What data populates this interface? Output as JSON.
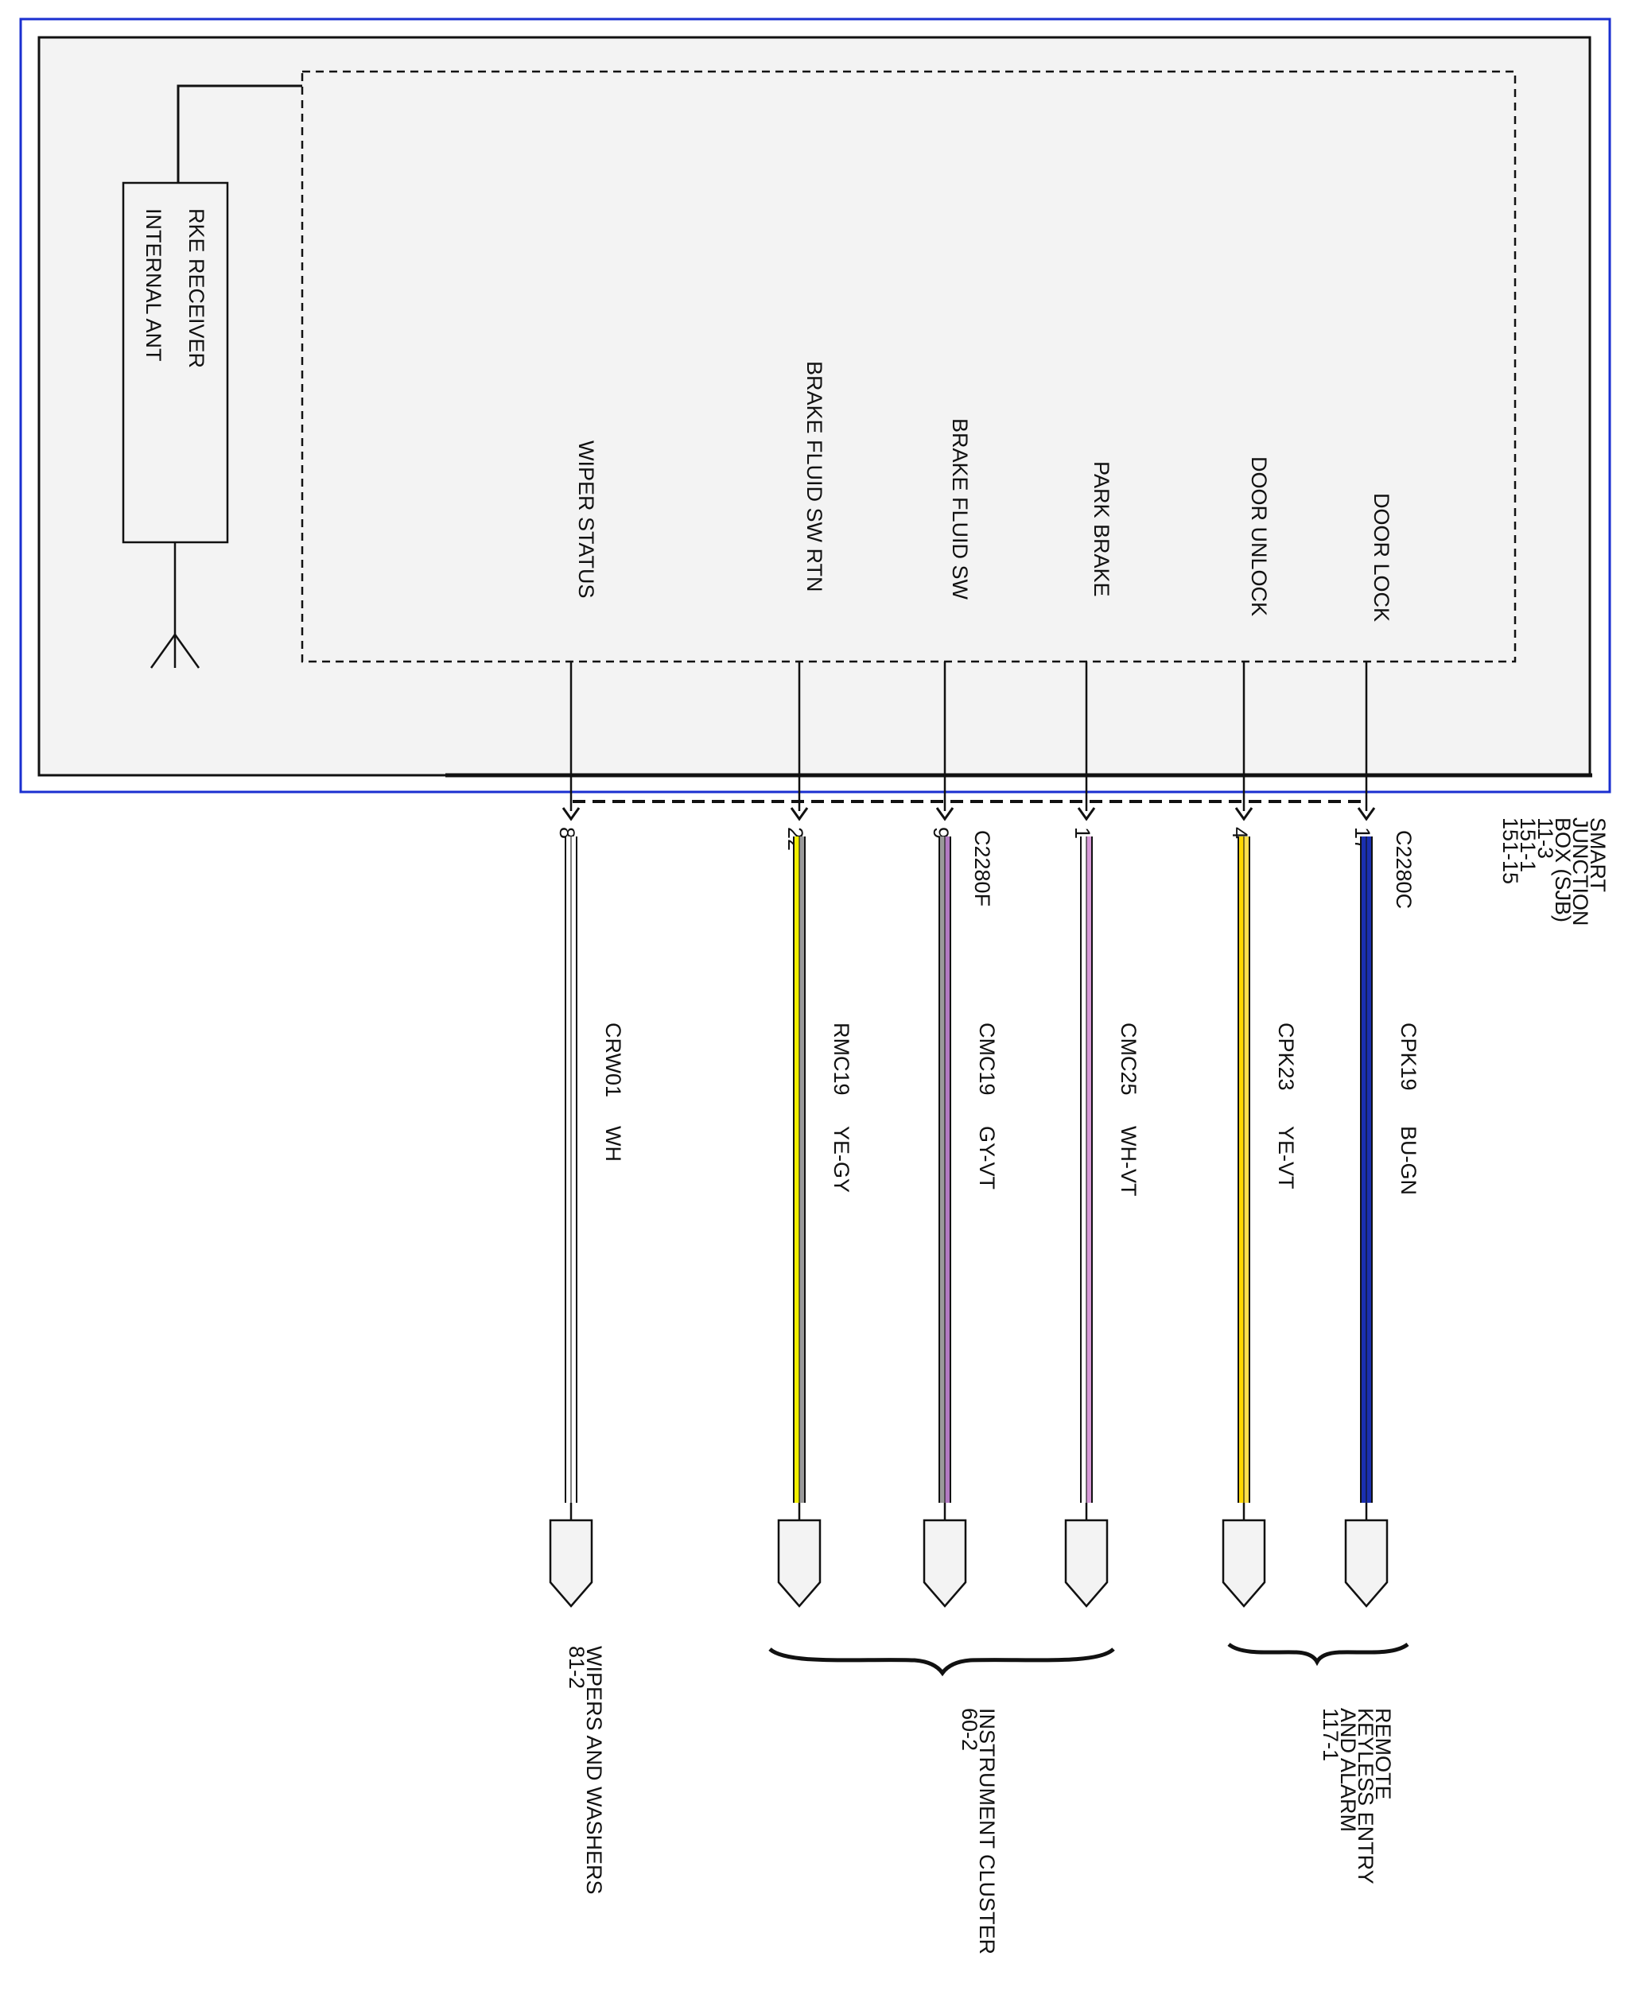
{
  "module": {
    "name_lines": [
      "SMART",
      "JUNCTION",
      "BOX (SJB)",
      "11-3",
      "151-1",
      "151-15"
    ]
  },
  "receiver": {
    "lines": [
      "RKE RECEIVER",
      "INTERNAL ANT"
    ]
  },
  "circuits": [
    {
      "id": "wiper-status",
      "function": "WIPER STATUS",
      "connector": "",
      "pin": "8",
      "circuit": "CRW01",
      "color": "WH",
      "wire_colors": [
        "#ffffff",
        "#ffffff"
      ]
    },
    {
      "id": "brake-fluid-sw-rtn",
      "function": "BRAKE FLUID SW RTN",
      "connector": "",
      "pin": "22",
      "circuit": "RMC19",
      "color": "YE-GY",
      "wire_colors": [
        "#f2ef00",
        "#9a9a9a"
      ]
    },
    {
      "id": "brake-fluid-sw",
      "function": "BRAKE FLUID SW",
      "connector": "C2280F",
      "pin": "9",
      "circuit": "CMC19",
      "color": "GY-VT",
      "wire_colors": [
        "#9a9a9a",
        "#b27bc2"
      ]
    },
    {
      "id": "park-brake",
      "function": "PARK BRAKE",
      "connector": "",
      "pin": "1",
      "circuit": "CMC25",
      "color": "WH-VT",
      "wire_colors": [
        "#ffffff",
        "#d89ad8"
      ]
    },
    {
      "id": "door-unlock",
      "function": "DOOR UNLOCK",
      "connector": "",
      "pin": "4",
      "circuit": "CPK23",
      "color": "YE-VT",
      "wire_colors": [
        "#ffd800",
        "#ffe14d"
      ]
    },
    {
      "id": "door-lock",
      "function": "DOOR LOCK",
      "connector": "C2280C",
      "pin": "17",
      "circuit": "CPK19",
      "color": "BU-GN",
      "wire_colors": [
        "#1a2fb0",
        "#1a2fb0"
      ]
    }
  ],
  "destinations": [
    {
      "id": "wipers",
      "lines": [
        "WIPERS AND WASHERS",
        "81-2"
      ]
    },
    {
      "id": "cluster",
      "lines": [
        "INSTRUMENT CLUSTER",
        "60-2"
      ]
    },
    {
      "id": "rke",
      "lines": [
        "REMOTE",
        "KEYLESS ENTRY",
        "AND ALARM",
        "117-1"
      ]
    }
  ],
  "colors": {
    "module_fill": "#f3f3f3",
    "frame_blue": "#1a2fd0",
    "line": "#111111"
  }
}
